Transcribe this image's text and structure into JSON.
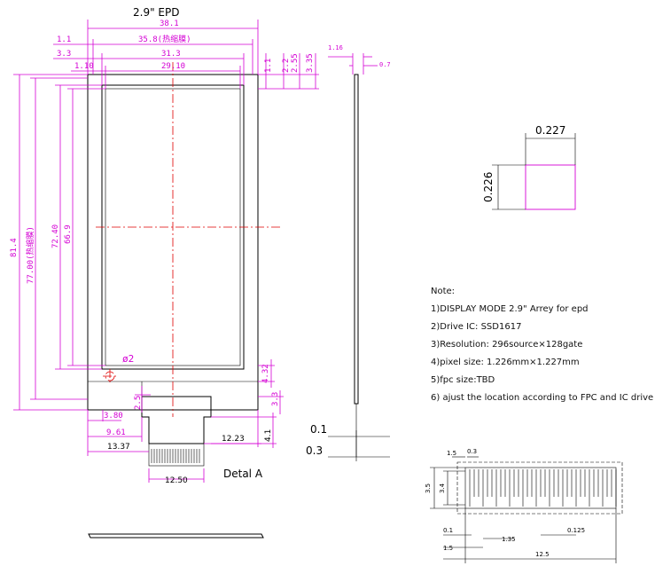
{
  "front_view": {
    "title": "2.9\" EPD",
    "dims": {
      "overall_width": "38.1",
      "film_width": "35.8(热缩膜)",
      "aa_outer_width": "31.3",
      "aa_width": "29.10",
      "left_1": "1.1",
      "left_2": "3.3",
      "left_3": "1.10",
      "top_1": "1.1",
      "top_2": "2.2",
      "top_3": "2.55",
      "top_4": "3.35",
      "overall_height": "81.4",
      "film_height": "77.00(热缩膜)",
      "outer_aa_height": "72.40",
      "aa_height": "66.9",
      "hole": "ø2",
      "dim_380": "3.80",
      "dim_961": "9.61",
      "dim_1337": "13.37",
      "dim_1223": "12.23",
      "dim_1250": "12.50",
      "dim_432": "4.32",
      "dim_33": "3.3",
      "dim_41": "4.1",
      "dim_25": "2.5",
      "detail_label": "Detal A"
    }
  },
  "side_view": {
    "top_dim_1": "1.16",
    "top_dim_2": "0.7",
    "dim_01": "0.1",
    "dim_03": "0.3"
  },
  "pixel_detail": {
    "width": "0.227",
    "height": "0.226"
  },
  "notes": {
    "heading": "Note:",
    "items": [
      "1)DISPLAY MODE 2.9\" Arrey for epd",
      "2)Drive IC: SSD1617",
      "3)Resolution: 296source×128gate",
      "4)pixel size: 1.226mm×1.227mm",
      "5)fpc size:TBD",
      "6) ajust the location according to FPC and IC drive"
    ]
  },
  "detail_a": {
    "dim_15a": "1.5",
    "dim_03": "0.3",
    "dim_35": "3.5",
    "dim_34": "3.4",
    "dim_01": "0.1",
    "dim_135": "1.35",
    "dim_0125": "0.125",
    "dim_15b": "1.5",
    "dim_125": "12.5"
  },
  "colors": {
    "dimension": "#d400d4",
    "outline": "#000000",
    "centerline": "#e00000"
  }
}
